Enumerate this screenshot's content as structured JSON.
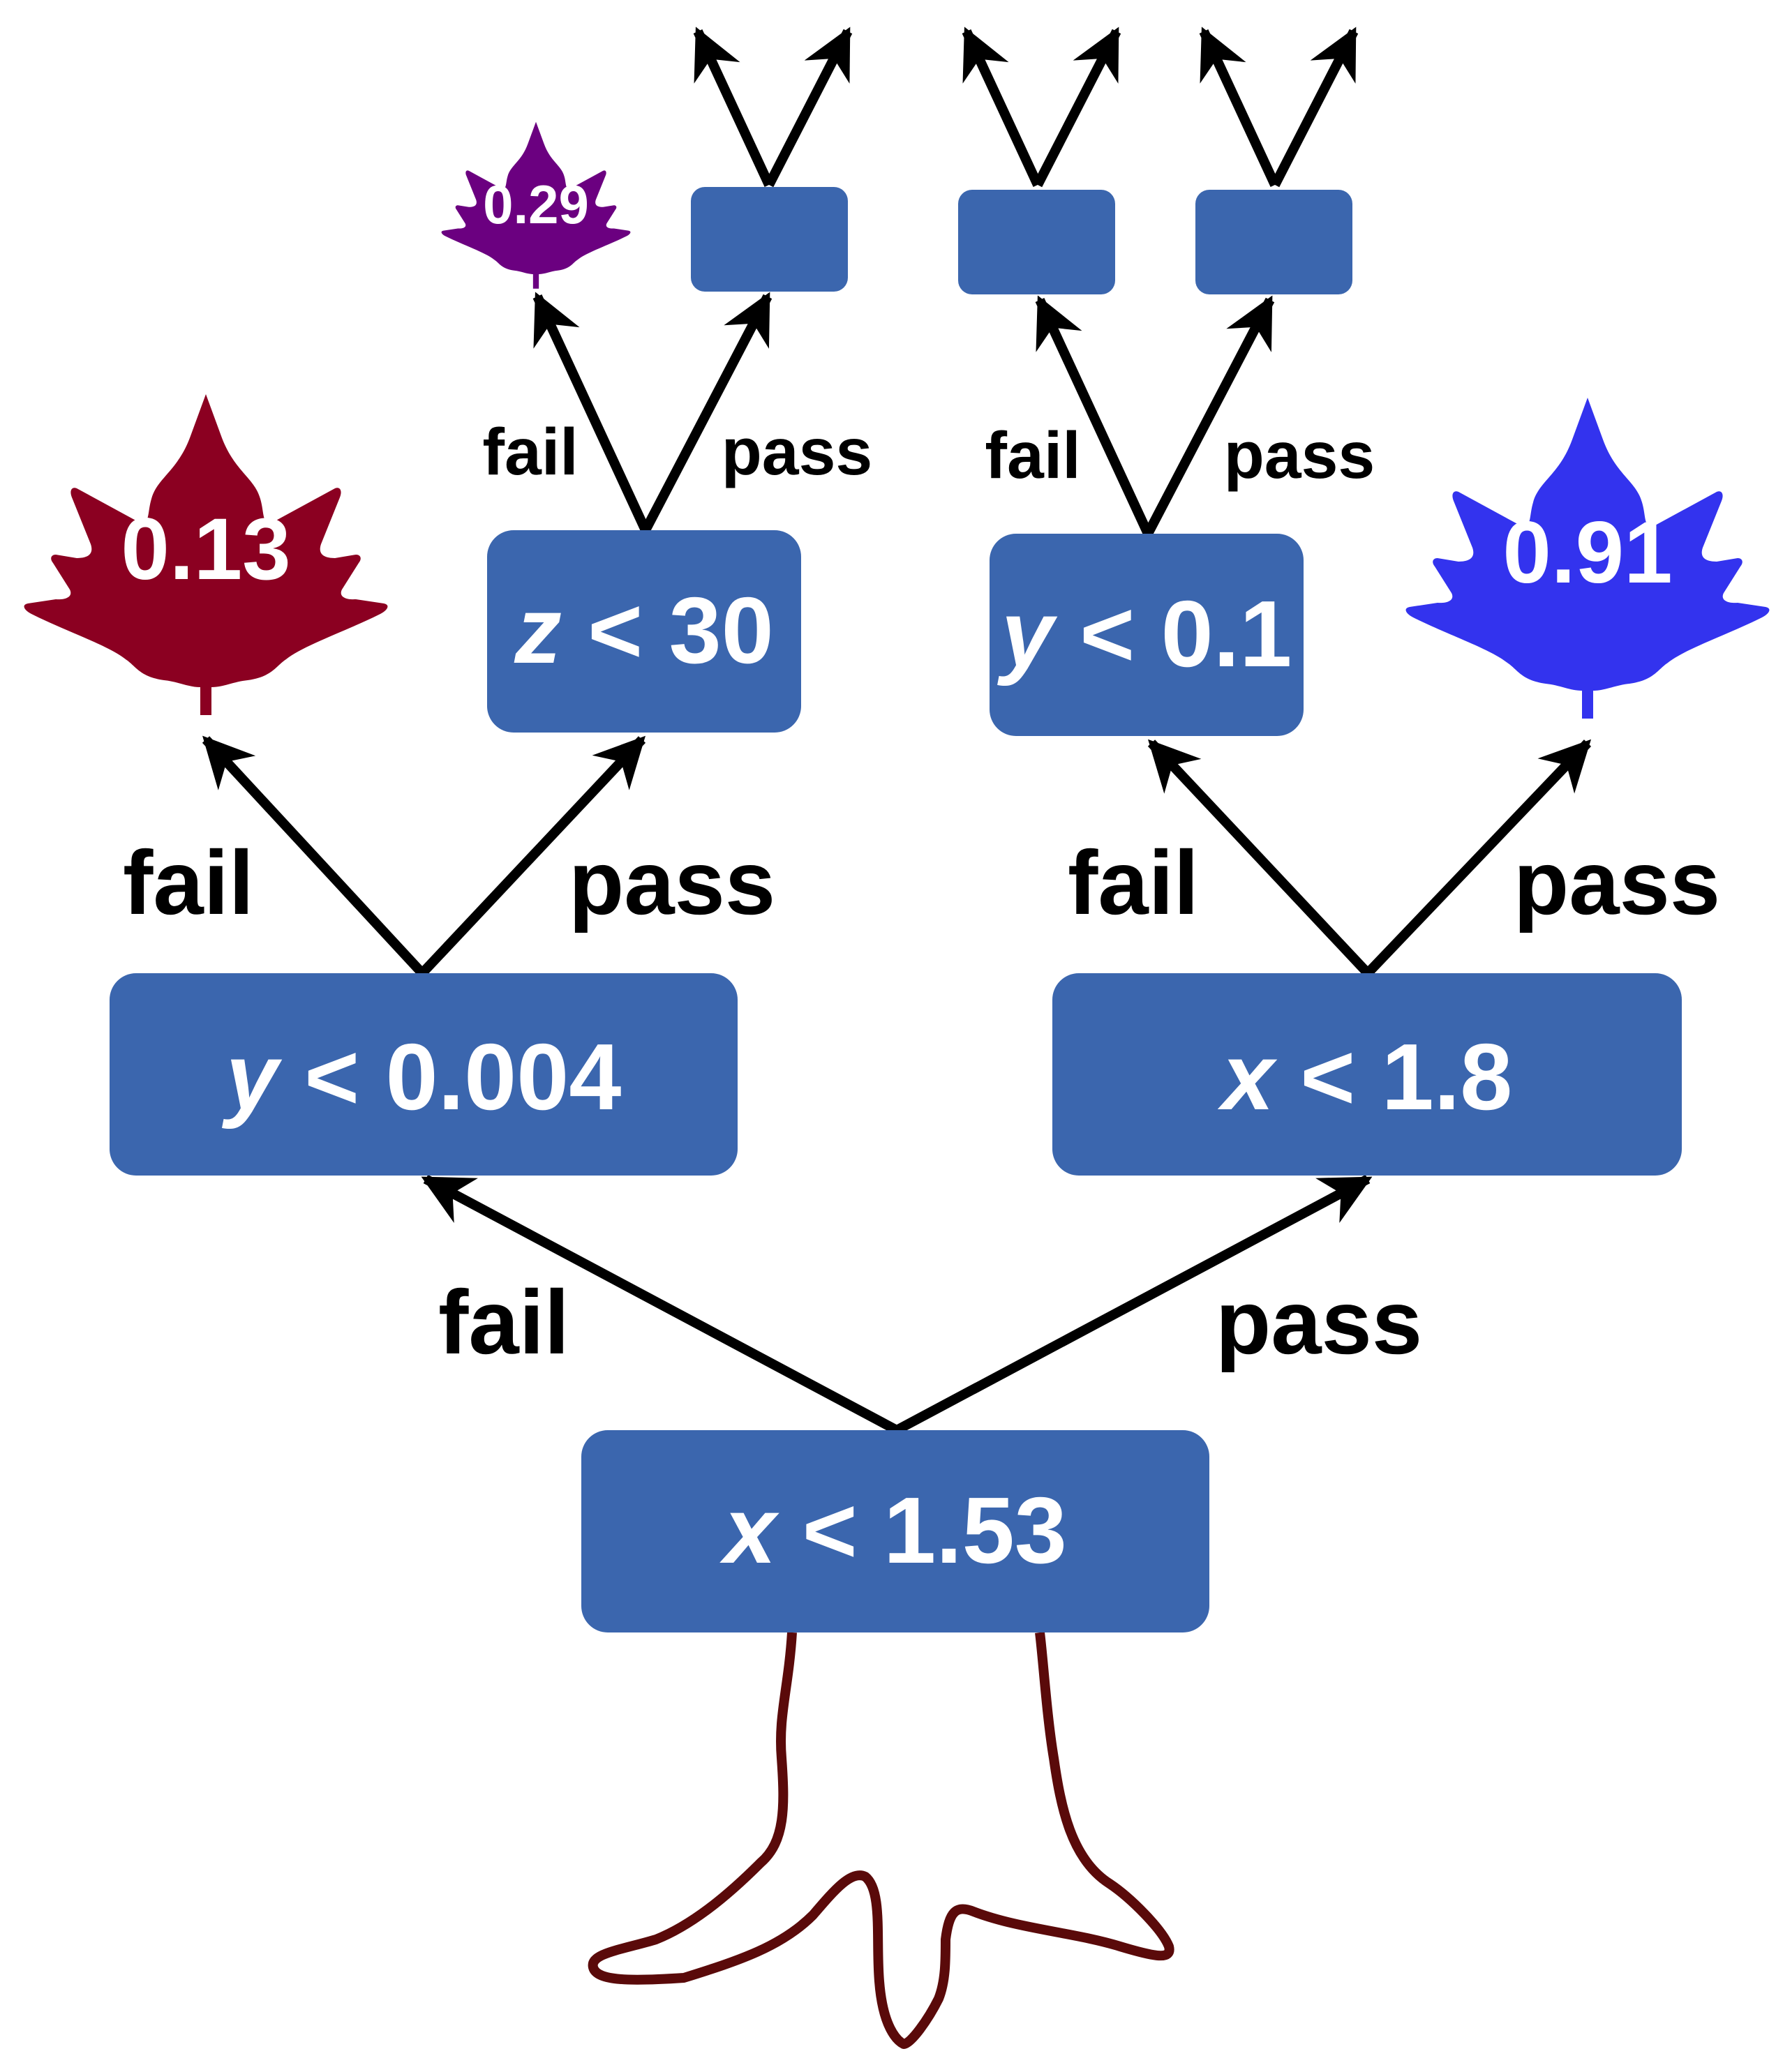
{
  "nodes": {
    "root": {
      "var": "x",
      "rest": " < 1.53"
    },
    "left": {
      "var": "y",
      "rest": " < 0.004"
    },
    "right": {
      "var": "x",
      "rest": " < 1.8"
    },
    "left_right": {
      "var": "z",
      "rest": " < 30"
    },
    "right_left": {
      "var": "y",
      "rest": " < 0.1"
    }
  },
  "leaves": {
    "left_left": {
      "value": "0.13",
      "color": "#8b0021"
    },
    "left_right_left": {
      "value": "0.29",
      "color": "#6b0080"
    },
    "right_right": {
      "value": "0.91",
      "color": "#3333ee"
    }
  },
  "edge_labels": {
    "fail": "fail",
    "pass": "pass"
  },
  "colors": {
    "node": "#3b66ae",
    "trunk": "#5a0a0a"
  }
}
